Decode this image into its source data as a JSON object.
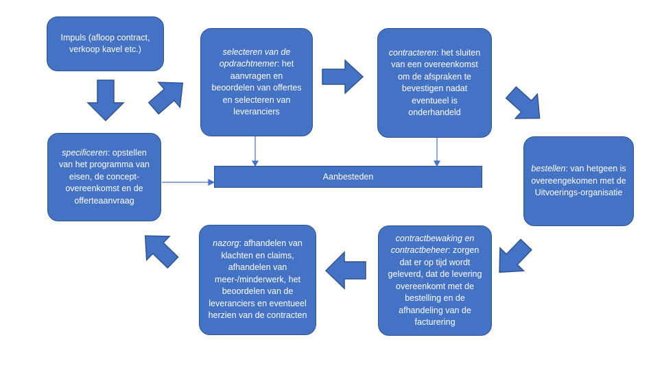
{
  "colors": {
    "fill": "#4472C4",
    "border": "#2F528F",
    "text": "#FFFFFF"
  },
  "boxes": {
    "impuls": {
      "text": "Impuls (afloop contract, verkoop kavel etc.)"
    },
    "selecteren": {
      "term": "selecteren van de opdrachtnemer",
      "text": ": het aanvragen en beoordelen van offertes en selecteren van leveranciers"
    },
    "contracteren": {
      "term": "contracteren",
      "text": ": het sluiten van een overeenkomst om de afspraken te bevestigen nadat eventueel is onderhandeld"
    },
    "specificeren": {
      "term": "specificeren",
      "text": ": opstellen van het programma van eisen, de concept-overeenkomst en de offerteaanvraag"
    },
    "bestellen": {
      "term": "bestellen",
      "text": ": van hetgeen is overeengekomen met de Uitvoerings-organisatie"
    },
    "nazorg": {
      "term": "nazorg",
      "text": ": afhandelen van klachten en claims, afhandelen van meer-/minderwerk, het beoordelen van de leveranciers en eventueel herzien van de contracten"
    },
    "contractbewaking": {
      "term": "contractbewaking en contractbeheer",
      "text": ": zorgen dat er op tijd wordt geleverd, dat de levering overeenkomt met de bestelling en de afhandeling van de facturering"
    }
  },
  "aanbesteden": {
    "label": "Aanbesteden"
  }
}
